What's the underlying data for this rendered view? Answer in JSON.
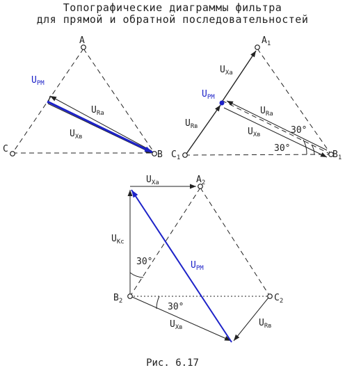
{
  "title": {
    "line1": "Топографические диаграммы фильтра",
    "line2": "для прямой и обратной последовательностей"
  },
  "diagram1": {
    "vertex_a": "A",
    "vertex_b": "B",
    "vertex_c": "C",
    "u_pm": {
      "main": "U",
      "sub": "PM"
    },
    "u_ra": {
      "main": "U",
      "sub": "Ra"
    },
    "u_xb": {
      "main": "U",
      "sub": "Xв"
    }
  },
  "diagram2": {
    "vertex_a": {
      "main": "A",
      "sub": "1"
    },
    "vertex_b": {
      "main": "B",
      "sub": "1"
    },
    "vertex_c": {
      "main": "C",
      "sub": "1"
    },
    "u_xa": {
      "main": "U",
      "sub": "Xa"
    },
    "u_pm": {
      "main": "U",
      "sub": "PM"
    },
    "u_ra": {
      "main": "U",
      "sub": "Ra"
    },
    "u_rb": {
      "main": "U",
      "sub": "Rв"
    },
    "u_xb": {
      "main": "U",
      "sub": "Xв"
    },
    "angle_upper": "30°",
    "angle_lower": "30°"
  },
  "diagram3": {
    "vertex_a": {
      "main": "A",
      "sub": "2"
    },
    "vertex_b": {
      "main": "B",
      "sub": "2"
    },
    "vertex_c": {
      "main": "C",
      "sub": "2"
    },
    "u_xa": {
      "main": "U",
      "sub": "Xa"
    },
    "u_kc": {
      "main": "U",
      "sub": "Kc"
    },
    "u_pm": {
      "main": "U",
      "sub": "PM"
    },
    "u_xb": {
      "main": "U",
      "sub": "Xв"
    },
    "u_rb": {
      "main": "U",
      "sub": "Rв"
    },
    "angle_left": "30°",
    "angle_right": "30°"
  },
  "caption": "Рис. 6.17",
  "colors": {
    "ink": "#222222",
    "accent": "#1d22c8"
  }
}
